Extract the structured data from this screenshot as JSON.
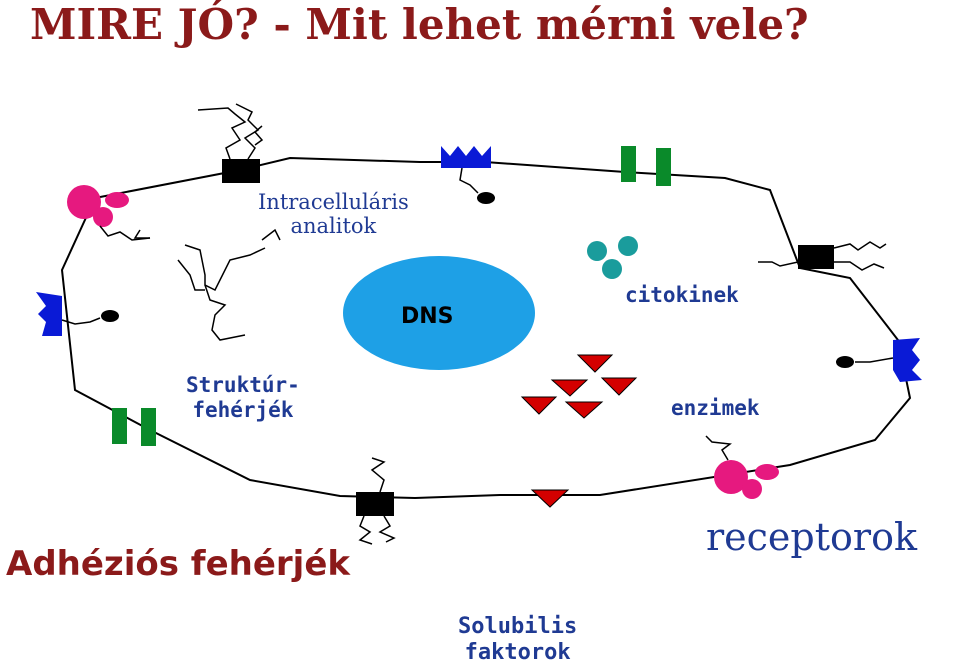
{
  "title": "MIRE JÓ? - Mit lehet mérni vele?",
  "labels": {
    "intracellular_line1": "Intracelluláris",
    "intracellular_line2": "analitok",
    "dns": "DNS",
    "citokinek": "citokinek",
    "struktur_line1": "Struktúr-",
    "struktur_line2": "fehérjék",
    "enzimek": "enzimek",
    "adhezios": "Adhéziós fehérjék",
    "receptorok": "receptorok",
    "solubilis_line1": "Solubilis",
    "solubilis_line2": "faktorok"
  },
  "colors": {
    "title": "#8B1A1A",
    "label_blue": "#1F3A93",
    "nucleus": "#1EA0E6",
    "pink": "#E6197F",
    "green": "#0A8A2A",
    "teal": "#1A9C9C",
    "red": "#D40000",
    "receptor_blue": "#0A1AD6"
  }
}
